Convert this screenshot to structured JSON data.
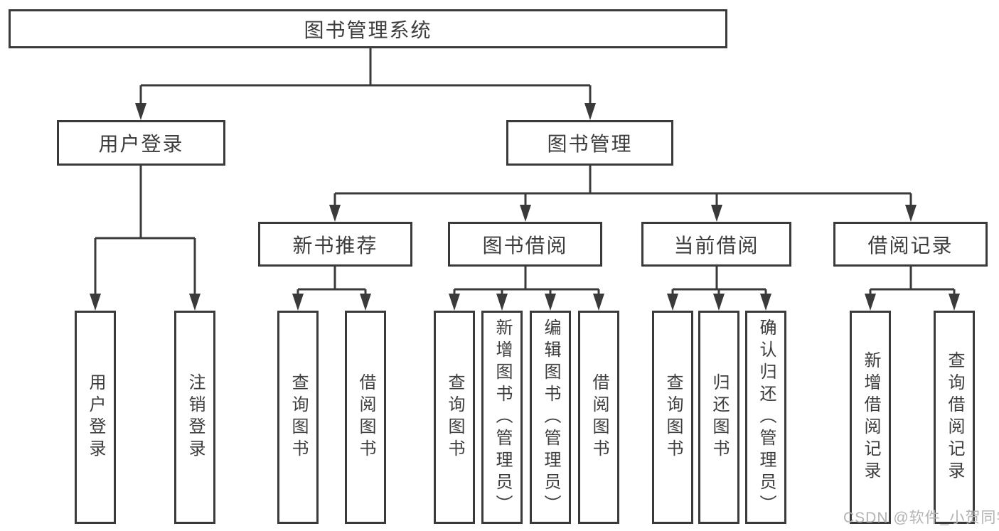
{
  "diagram": {
    "root": "图书管理系统",
    "branches": [
      {
        "label": "用户登录",
        "leaves": [
          "用户登录",
          "注销登录"
        ]
      },
      {
        "label": "图书管理",
        "groups": [
          {
            "label": "新书推荐",
            "leaves": [
              "查询图书",
              "借阅图书"
            ]
          },
          {
            "label": "图书借阅",
            "leaves": [
              "查询图书",
              "新增图书（管理员）",
              "编辑图书（管理员）",
              "借阅图书"
            ]
          },
          {
            "label": "当前借阅",
            "leaves": [
              "查询图书",
              "归还图书",
              "确认归还（管理员）"
            ]
          },
          {
            "label": "借阅记录",
            "leaves": [
              "新增借阅记录",
              "查询借阅记录"
            ]
          }
        ]
      }
    ]
  },
  "watermark": "CSDN @软件_小贺同学",
  "colors": {
    "line": "#3a3a3a",
    "text": "#3d3d3d",
    "box_fill": "#ffffff",
    "background": "#ffffff",
    "watermark": "#b3b3b3"
  }
}
